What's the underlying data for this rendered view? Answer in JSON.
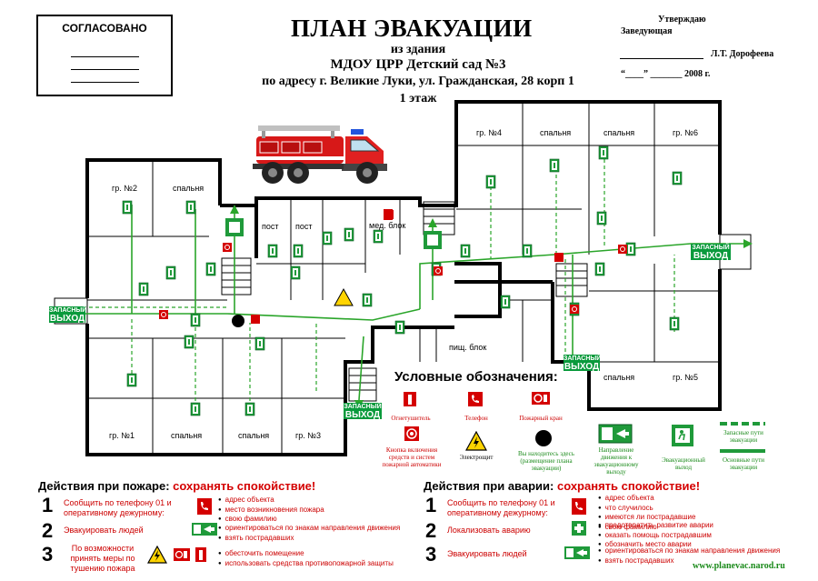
{
  "header": {
    "agreed": "СОГЛАСОВАНО",
    "title": "ПЛАН ЭВАКУАЦИИ",
    "sub1": "из здания",
    "sub2": "МДОУ ЦРР Детский сад №3",
    "sub3": "по адресу г. Великие Луки, ул. Гражданская, 28 корп 1",
    "floor": "1 этаж",
    "approve_title": "Утверждаю",
    "approve_role": "Заведующая",
    "approve_name": "Л.Т. Дорофеева",
    "approve_date": "“____” _______ 2008 г."
  },
  "rooms": {
    "gr2": "гр. №2",
    "sleep_tl": "спальня",
    "post1": "пост",
    "post2": "пост",
    "med": "мед. блок",
    "gr4": "гр. №4",
    "sleep_tr1": "спальня",
    "sleep_tr2": "спальня",
    "gr6": "гр. №6",
    "food": "пищ. блок",
    "gr1": "гр. №1",
    "sleep_bl": "спальня",
    "sleep_bm": "спальня",
    "gr3": "гр. №3",
    "sleep_br": "спальня",
    "gr5": "гр. №5"
  },
  "exits": {
    "left": [
      "ЗАПАСНЫЙ",
      "ВЫХОД"
    ],
    "right": [
      "ЗАПАСНЫЙ",
      "ВЫХОД"
    ],
    "middle": [
      "ЗАПАСНЫЙ",
      "ВЫХОД"
    ],
    "bottom": [
      "ЗАПАСНЫЙ",
      "ВЫХОД"
    ]
  },
  "legend": {
    "title": "Условные обозначения:",
    "extinguisher": "Огнетушитель",
    "phone": "Телефон",
    "hydrant": "Пожарный кран",
    "button": "Кнопка включения средств и систем пожарной автоматики",
    "panel": "Электрощит",
    "you": "Вы находитесь здесь (размещение плана эвакуации)",
    "direction": "Направление движения к эвакуационному выходу",
    "exit": "Эвакуационный выход",
    "reserve": "Запасные пути эвакуации",
    "main": "Основные пути эвакуации"
  },
  "fire": {
    "heading": "Действия при пожаре: ",
    "heading_red": "сохранять спокойствие!",
    "s1": "Сообщить по телефону 01 и оперативному дежурному:",
    "s1_b": [
      "адрес объекта",
      "место возникновения пожара",
      "свою фамилию"
    ],
    "s2": "Эвакуировать людей",
    "s2_b": [
      "ориентироваться по знакам направления движения",
      "взять пострадавших"
    ],
    "s3": "По возможности принять меры по тушению пожара",
    "s3_b": [
      "обесточить помещение",
      "использовать средства противопожарной защиты"
    ]
  },
  "accident": {
    "heading": "Действия при аварии: ",
    "heading_red": "сохранять спокойствие!",
    "s1": "Сообщить по телефону 01 и оперативному дежурному:",
    "s1_b": [
      "адрес объекта",
      "что случилось",
      "имеются ли пострадавшие",
      "свою фамилию"
    ],
    "s2": "Локализовать аварию",
    "s2_b": [
      "предотвратить развитие аварии",
      "оказать помощь пострадавшим",
      "обозначить место аварии"
    ],
    "s3": "Эвакуировать людей",
    "s3_b": [
      "ориентироваться по знакам направления движения",
      "взять пострадавших"
    ]
  },
  "numbers": [
    "1",
    "2",
    "3"
  ],
  "url": "www.planevac.narod.ru",
  "colors": {
    "exit_green": "#0a9a3c",
    "route_green": "#1a8a1a",
    "text_red": "#d40000",
    "wall": "#000000"
  }
}
